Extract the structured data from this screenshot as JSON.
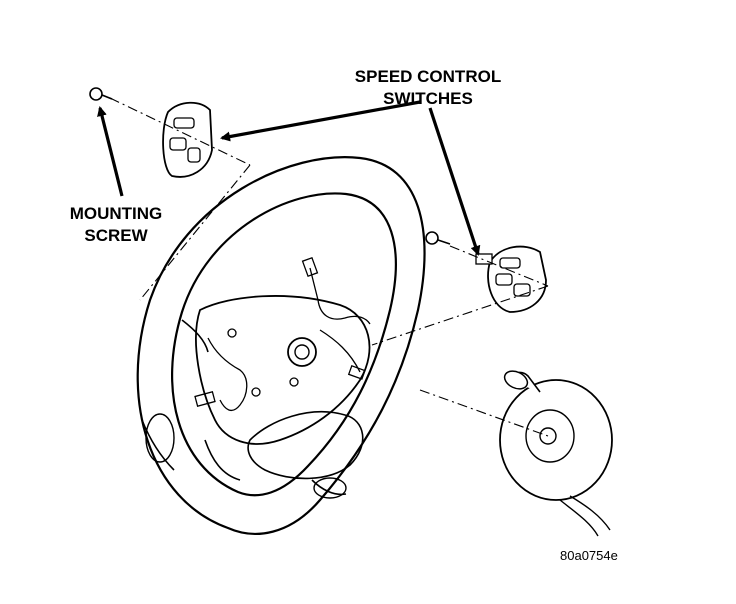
{
  "labels": {
    "speed_control": [
      "SPEED CONTROL",
      "SWITCHES"
    ],
    "mounting_screw": [
      "MOUNTING",
      "SCREW"
    ]
  },
  "figure_id": "80a0754e",
  "colors": {
    "ink": "#000000",
    "background": "#ffffff",
    "rim_fill": "#ffffff"
  }
}
